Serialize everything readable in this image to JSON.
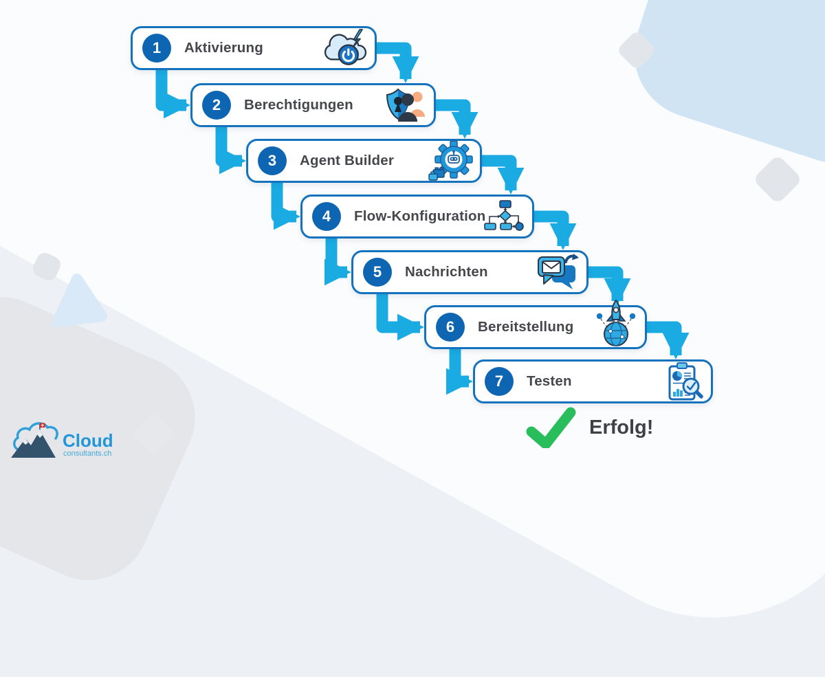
{
  "steps": [
    {
      "number": "1",
      "label": "Aktivierung",
      "icon": "cloud-power-icon"
    },
    {
      "number": "2",
      "label": "Berechtigungen",
      "icon": "shield-users-icon"
    },
    {
      "number": "3",
      "label": "Agent Builder",
      "icon": "gear-robot-icon"
    },
    {
      "number": "4",
      "label": "Flow-Konfiguration",
      "icon": "flowchart-icon"
    },
    {
      "number": "5",
      "label": "Nachrichten",
      "icon": "chat-messages-icon"
    },
    {
      "number": "6",
      "label": "Bereitstellung",
      "icon": "rocket-globe-icon"
    },
    {
      "number": "7",
      "label": "Testen",
      "icon": "clipboard-report-icon"
    }
  ],
  "success": {
    "label": "Erfolg!",
    "icon": "checkmark-icon",
    "color": "#2abd5c"
  },
  "logo": {
    "name": "Cloud",
    "domain": "consultants.ch"
  },
  "colors": {
    "arrow": "#1aabe3",
    "box_border": "#1573be",
    "badge": "#0e66b2",
    "label_text": "#45474c",
    "background": "#edf0f4",
    "accent_blob": "#d0e4f4",
    "person_orange": "#f6ab80"
  }
}
